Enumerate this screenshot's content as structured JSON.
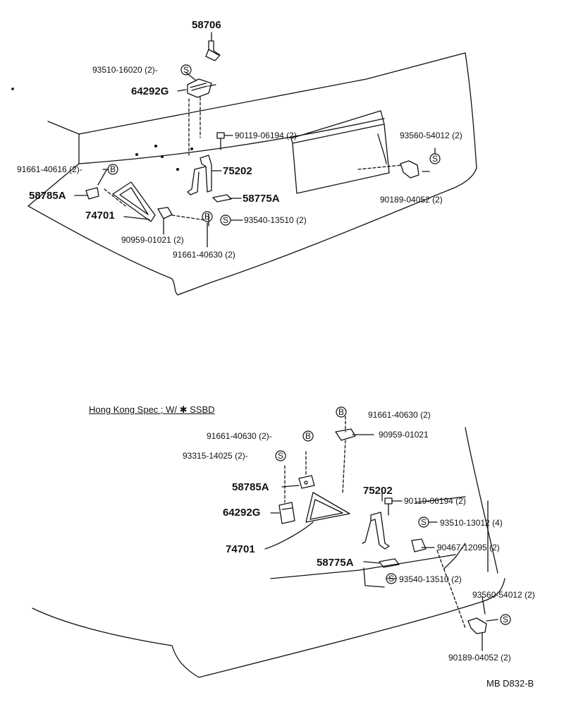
{
  "top": {
    "p58706": "58706",
    "p93510_16020": "93510-16020 (2)-",
    "p64292G": "64292G",
    "p90119": "90119-06194 (2)",
    "p93560": "93560-54012 (2)",
    "p91661_40616": "91661-40616 (2)-",
    "p75202": "75202",
    "p58785A": "58785A",
    "p58775A": "58775A",
    "p90189": "90189-04052 (2)",
    "p74701": "74701",
    "p93540": "93540-13510 (2)",
    "p90959": "90959-01021 (2)",
    "p91661_40630": "91661-40630 (2)"
  },
  "bottom": {
    "note": "Hong Kong Spec ; W/ ✱ SSBD",
    "p91661_a": "91661-40630 (2)",
    "p90959": "90959-01021",
    "p91661_b": "91661-40630 (2)-",
    "p93315": "93315-14025 (2)-",
    "p75202": "75202",
    "p90119": "90119-06194 (2)",
    "p58785A": "58785A",
    "p64292G": "64292G",
    "p93510": "93510-13012 (4)",
    "p74701": "74701",
    "p90467": "90467-12095 (2)",
    "p58775A": "58775A",
    "p93540": "93540-13510 (2)",
    "p93560": "93560-54012 (2)",
    "p90189": "90189-04052 (2)"
  },
  "symbols": {
    "s": "S",
    "b": "B"
  },
  "footer": {
    "code": "MB D832-B"
  }
}
